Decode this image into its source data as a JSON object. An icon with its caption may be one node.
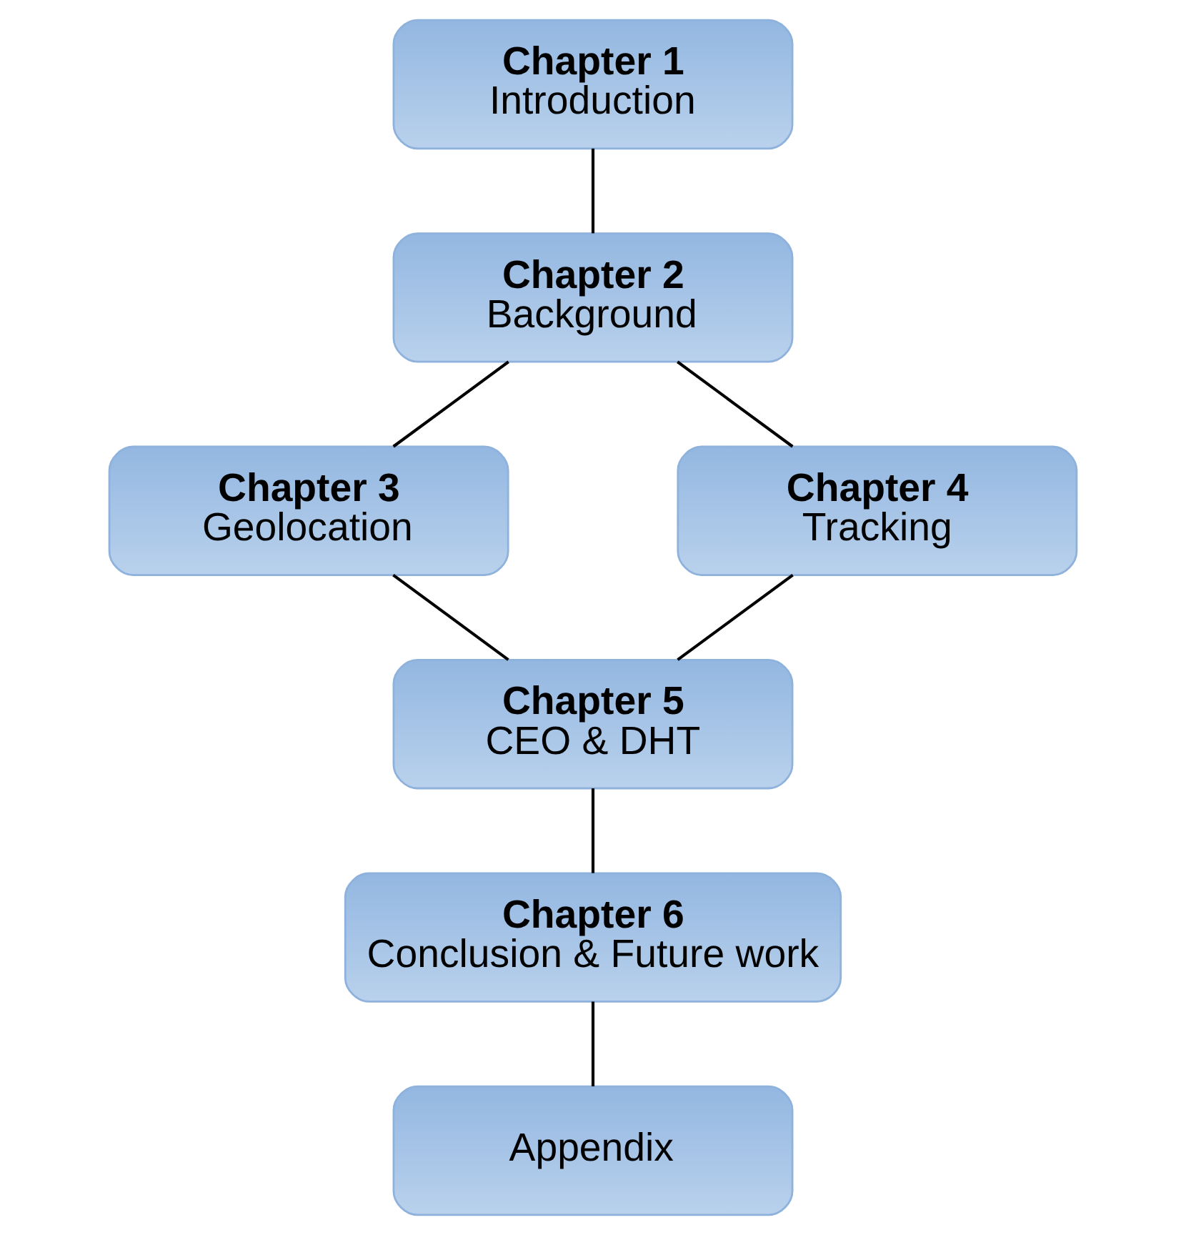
{
  "diagram": {
    "nodes": [
      {
        "text": [
          "Chapter 1",
          "Introduction"
        ]
      },
      {
        "text": [
          "Chapter 2",
          "Background"
        ]
      },
      {
        "text": [
          "Chapter 3",
          "Geolocation"
        ]
      },
      {
        "text": [
          "Chapter 4",
          "Tracking"
        ]
      },
      {
        "text": [
          "Chapter 5",
          "CEO & DHT"
        ]
      },
      {
        "text": [
          "Chapter 6",
          "Conclusion & Future work"
        ]
      },
      {
        "text": [
          "Appendix"
        ]
      }
    ],
    "edges": [
      {
        "from": 0,
        "to": 1,
        "arrow": "none"
      },
      {
        "from": 1,
        "to": 2,
        "arrow": "none"
      },
      {
        "from": 1,
        "to": 3,
        "arrow": "none"
      },
      {
        "from": 2,
        "to": 4,
        "arrow": "none"
      },
      {
        "from": 3,
        "to": 4,
        "arrow": "none"
      },
      {
        "from": 4,
        "to": 5,
        "arrow": "none"
      },
      {
        "from": 5,
        "to": 6,
        "arrow": "none"
      }
    ]
  }
}
